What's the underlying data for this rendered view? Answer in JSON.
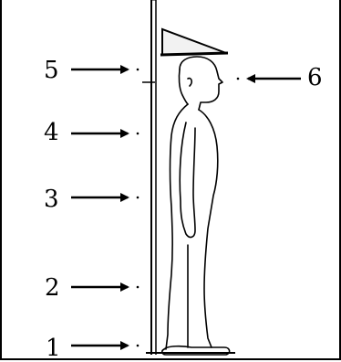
{
  "markers": [
    {
      "label": "1"
    },
    {
      "label": "2"
    },
    {
      "label": "3"
    },
    {
      "label": "4"
    },
    {
      "label": "5"
    },
    {
      "label": "6"
    }
  ]
}
